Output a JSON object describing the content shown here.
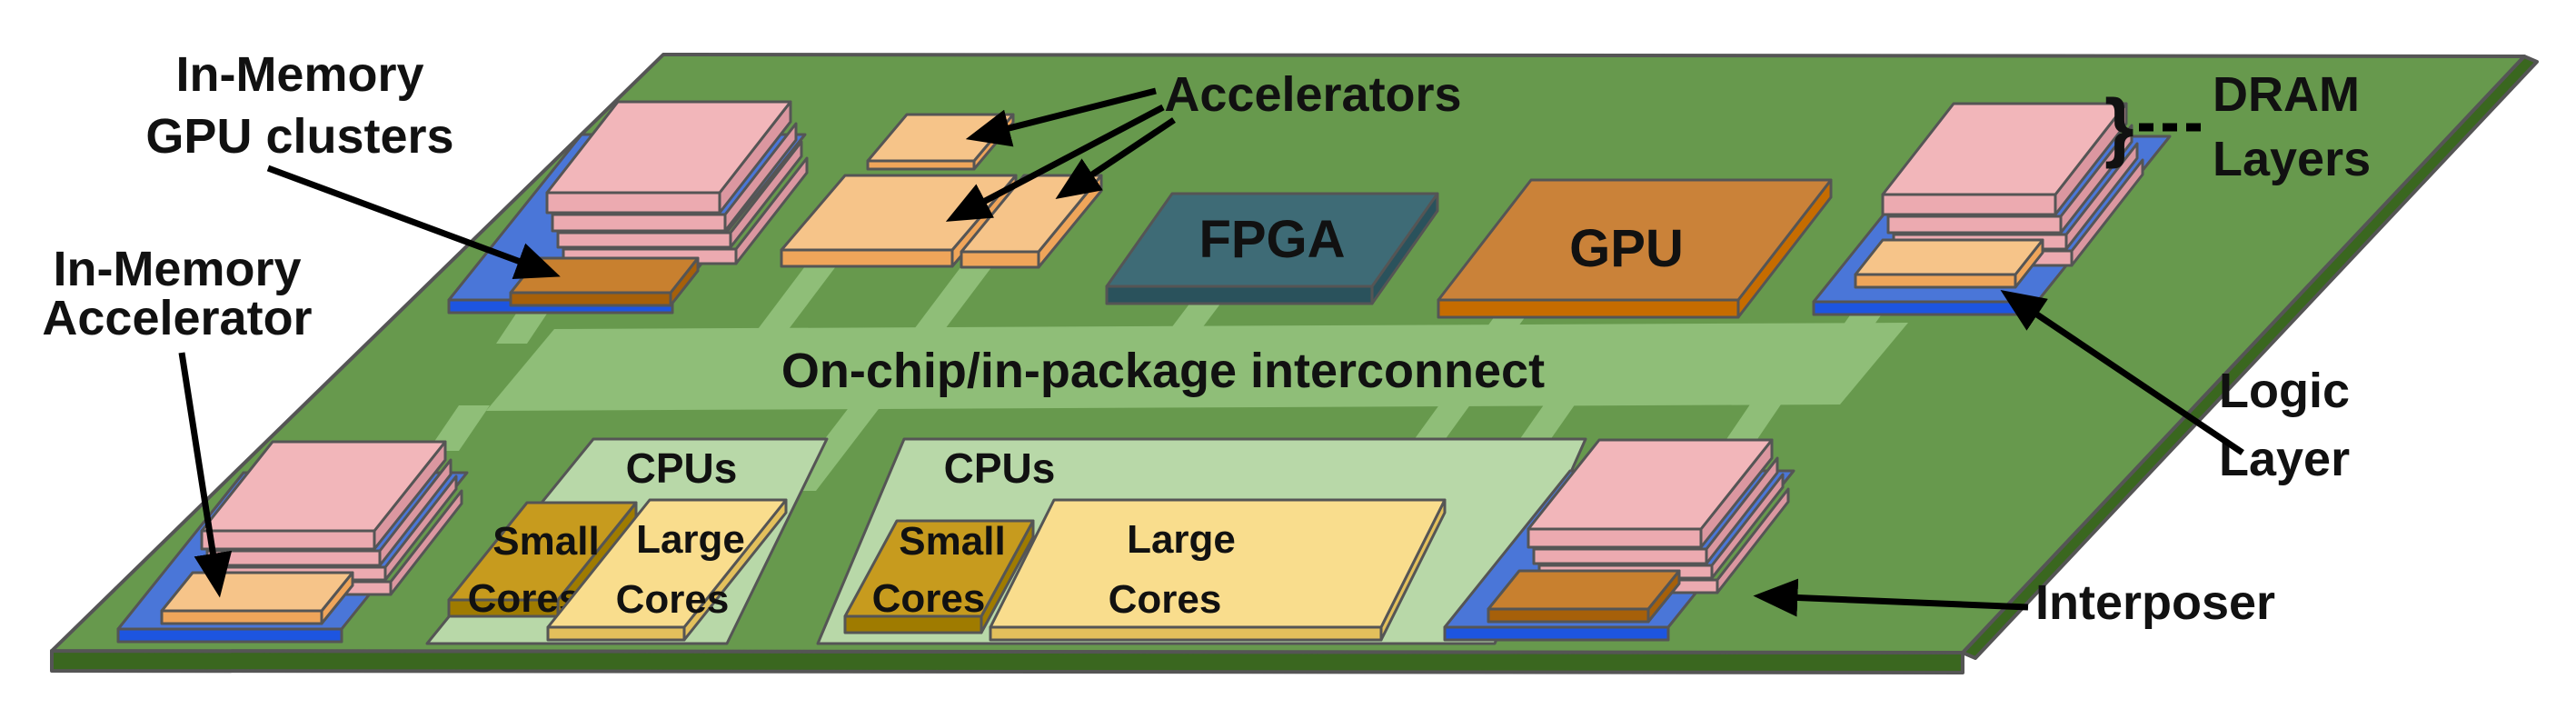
{
  "labels": {
    "in_memory_gpu_line1": "In-Memory",
    "in_memory_gpu_line2": "GPU clusters",
    "in_memory_acc_line1": "In-Memory",
    "in_memory_acc_line2": "Accelerator",
    "accelerators": "Accelerators",
    "dram_line1": "DRAM",
    "dram_line2": "Layers",
    "dram_brace": "}",
    "logic_line1": "Logic",
    "logic_line2": "Layer",
    "interposer": "Interposer",
    "interconnect": "On-chip/in-package interconnect"
  },
  "chips": {
    "fpga": "FPGA",
    "gpu": "GPU",
    "cpu_cluster_left": {
      "label": "CPUs",
      "small_line1": "Small",
      "small_line2": "Cores",
      "large_line1": "Large",
      "large_line2": "Cores"
    },
    "cpu_cluster_right": {
      "label": "CPUs",
      "small_line1": "Small",
      "small_line2": "Cores",
      "large_line1": "Large",
      "large_line2": "Cores"
    }
  },
  "colors": {
    "board": "#67994d",
    "board_side": "#3a671f",
    "band": "#8fbe78",
    "plate": "#b8d8a8",
    "blue_top": "#4a76d8",
    "blue_front": "#1d55e0",
    "pink_top": "#f2b6ba",
    "pink_front": "#ecaab0",
    "pink_side": "#db97a0",
    "tan_top": "#f6c489",
    "tan_front": "#efa55a",
    "orange_top": "#c8802f",
    "orange_front": "#a6600a",
    "gpu_top": "#ca8239",
    "gpu_front": "#c66c00",
    "fpga_top": "#3e6b76",
    "fpga_front": "#2a525c",
    "gold_top": "#c79b1e",
    "gold_front": "#9f7b00",
    "yellow_top": "#f9dd8d",
    "yellow_front": "#e3c05c",
    "text": "#111111",
    "arrow": "#000000"
  }
}
